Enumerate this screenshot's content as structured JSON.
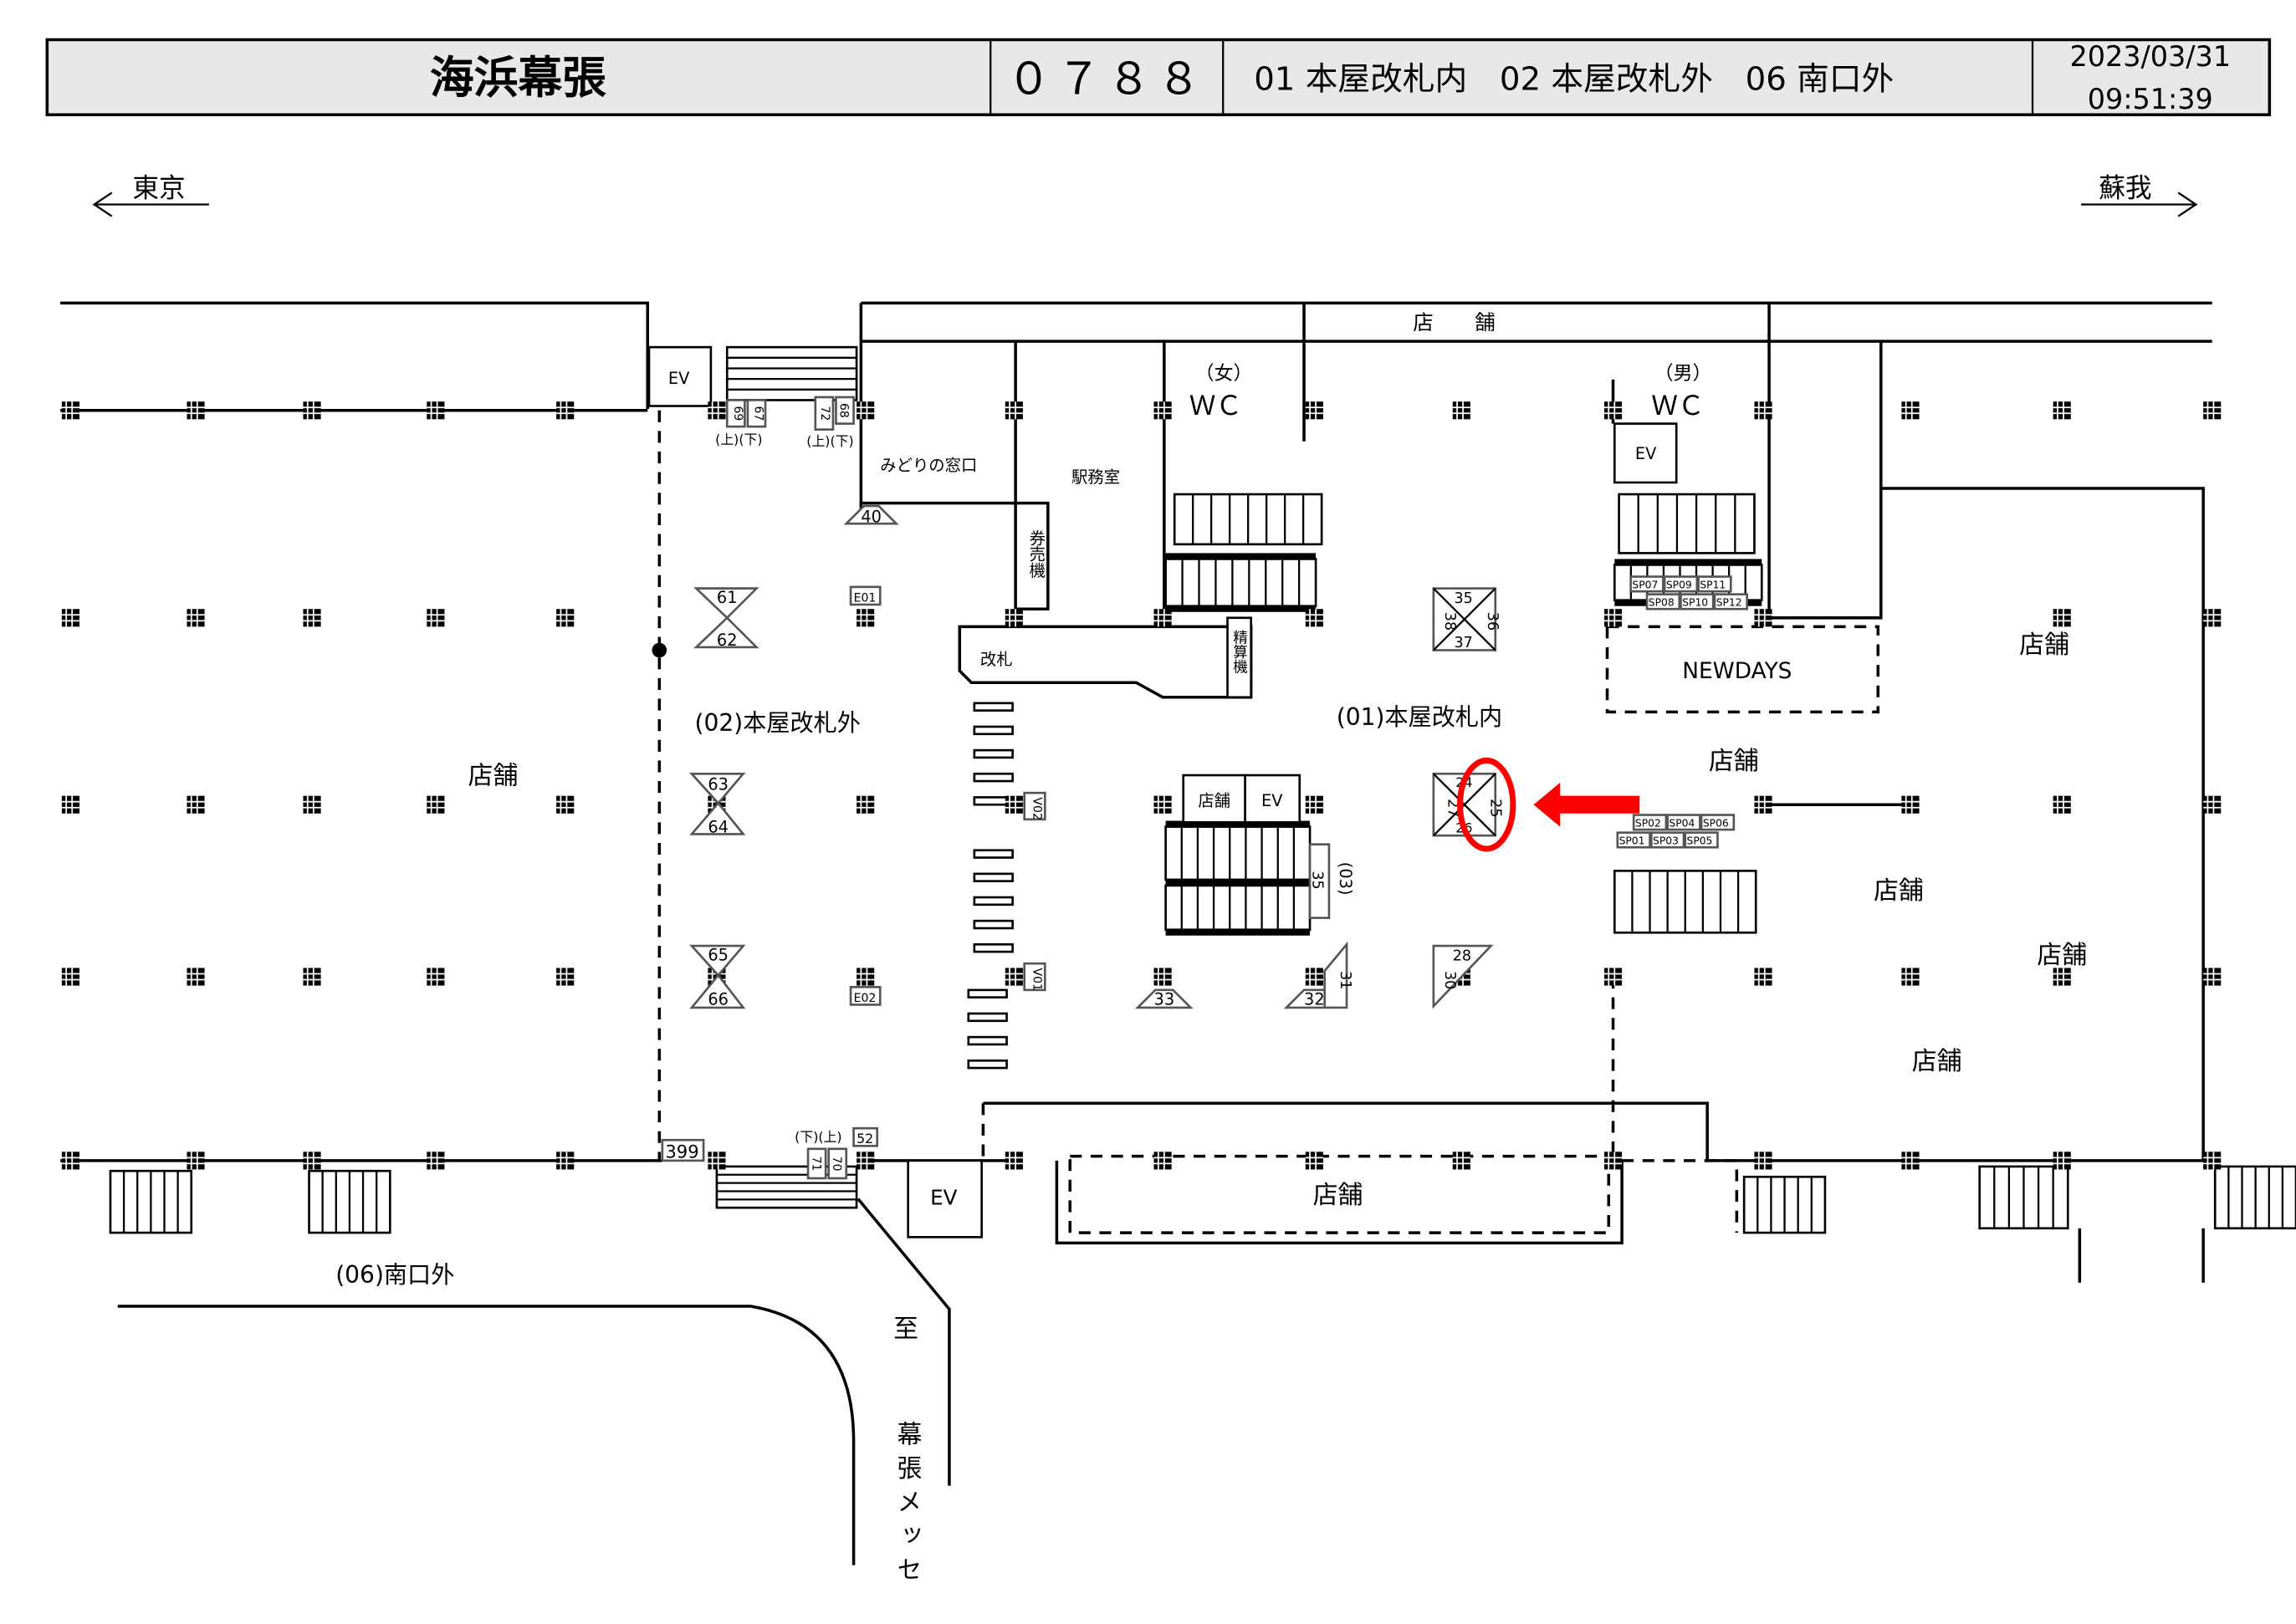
{
  "header": {
    "station": "海浜幕張",
    "code": "０７８８",
    "areas": "01 本屋改札内　02 本屋改札外　06 南口外",
    "date": "2023/03/31",
    "time": "09:51:39"
  },
  "directions": {
    "left": "東京",
    "right": "蘇我"
  },
  "labels": {
    "shop_top": "店　　舗",
    "wc_female_tag": "（女）",
    "wc_male_tag": "（男）",
    "wc": "ＷＣ",
    "ev": "EV",
    "midori": "みどりの窓口",
    "office": "駅務室",
    "ticket_machine": "券売機",
    "fare_adjust": "精算機",
    "gate": "改札",
    "area_02": "(02)本屋改札外",
    "area_01": "(01)本屋改札内",
    "area_06": "(06)南口外",
    "newdays": "NEWDAYS",
    "shop": "店舗",
    "up_down": "(上)(下)",
    "down_up": "(下)(上)",
    "to": "至",
    "destination": "幕張メッセ",
    "platform_03": "(03)"
  },
  "boards": {
    "b40": "40",
    "b61": "61",
    "b62": "62",
    "b63": "63",
    "b64": "64",
    "b65": "65",
    "b66": "66",
    "b35": "35",
    "b36": "36",
    "b37": "37",
    "b38": "38",
    "b24": "24",
    "b25": "25",
    "b26": "26",
    "b27": "27",
    "b28": "28",
    "b30": "30",
    "b31": "31",
    "b32": "32",
    "b33": "33",
    "b35b": "35",
    "b67": "67",
    "b69": "69",
    "b68": "68",
    "b72": "72",
    "b70": "70",
    "b71": "71",
    "b52": "52",
    "b399": "399",
    "e01": "E01",
    "e02": "E02",
    "v01": "V01",
    "v02": "V02",
    "sp": [
      "SP07",
      "SP09",
      "SP11",
      "SP08",
      "SP10",
      "SP12",
      "SP02",
      "SP04",
      "SP06",
      "SP01",
      "SP03",
      "SP05"
    ]
  },
  "highlight": {
    "target": "25",
    "color": "#ff0000"
  }
}
